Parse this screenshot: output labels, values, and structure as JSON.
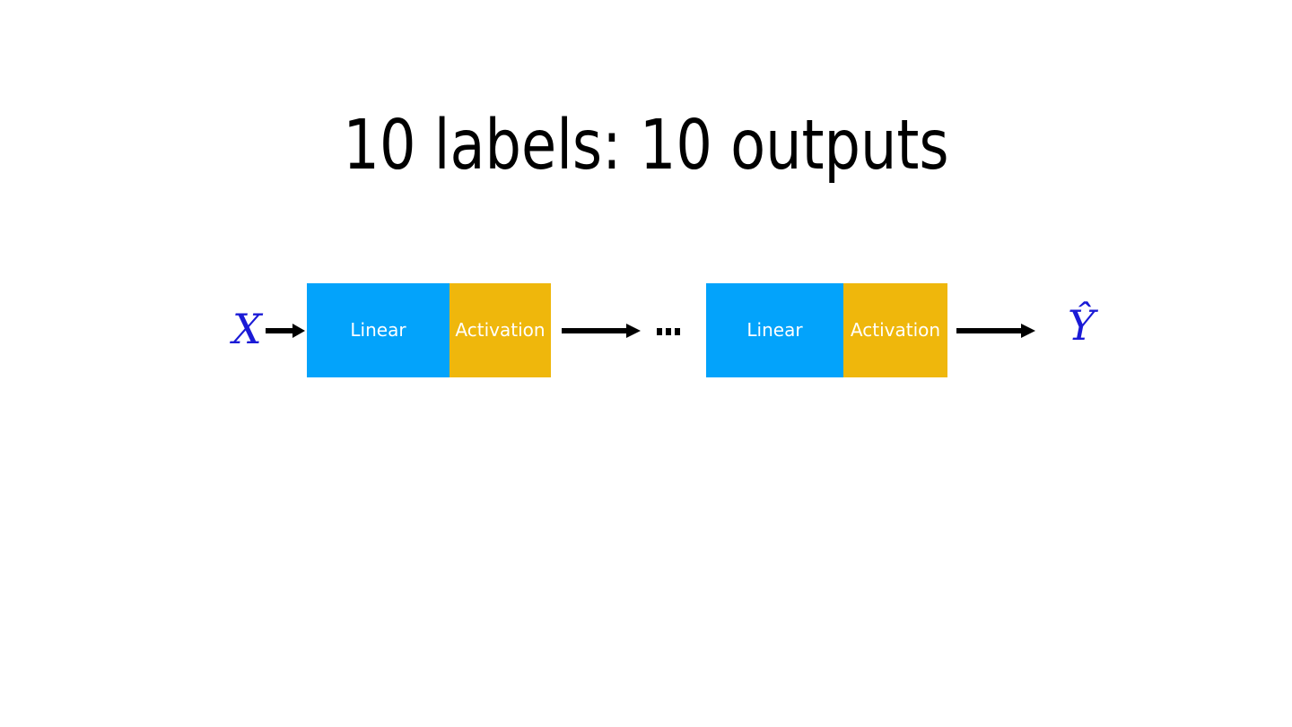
{
  "slide": {
    "background_color": "#ffffff",
    "title": "10 labels: 10 outputs"
  },
  "diagram": {
    "type": "neural-network-pipeline",
    "input_symbol": "X",
    "output_symbol": "Ŷ",
    "symbol_color": "#1a1ad6",
    "ellipsis": "...",
    "colors": {
      "linear": "#03a3fb",
      "activation": "#efb70c",
      "arrow": "#000000",
      "block_text": "#ffffff"
    },
    "blocks": [
      {
        "id": "layer-1",
        "linear_label": "Linear",
        "activation_label": "Activation"
      },
      {
        "id": "layer-2",
        "linear_label": "Linear",
        "activation_label": "Activation"
      }
    ],
    "arrows": [
      {
        "id": "arrow-in",
        "from": "X",
        "to": "layer-1"
      },
      {
        "id": "arrow-mid-1",
        "from": "layer-1",
        "to": "ellipsis"
      },
      {
        "id": "arrow-mid-2",
        "from": "layer-2",
        "to": "Ŷ"
      }
    ]
  }
}
